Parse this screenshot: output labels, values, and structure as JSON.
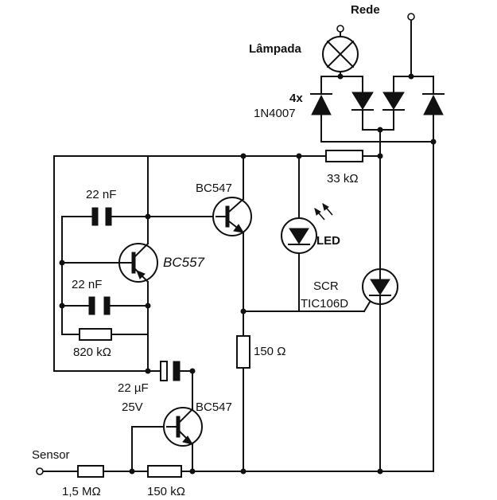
{
  "labels": {
    "rede": "Rede",
    "lampada": "Lâmpada",
    "diodes_count": "4x",
    "diodes_part": "1N4007",
    "r_33k": "33 kΩ",
    "c_22nf_top": "22 nF",
    "q_top_npn": "BC547",
    "q_pnp": "BC557",
    "led": "LED",
    "c_22nf_mid": "22 nF",
    "scr": "SCR",
    "scr_part": "TIC106D",
    "r_820k": "820 kΩ",
    "r_150": "150 Ω",
    "c_22uf_value": "22 µF",
    "c_22uf_voltage": "25V",
    "q_bottom_npn": "BC547",
    "sensor": "Sensor",
    "r_1m5": "1,5 MΩ",
    "r_150k": "150 kΩ"
  }
}
